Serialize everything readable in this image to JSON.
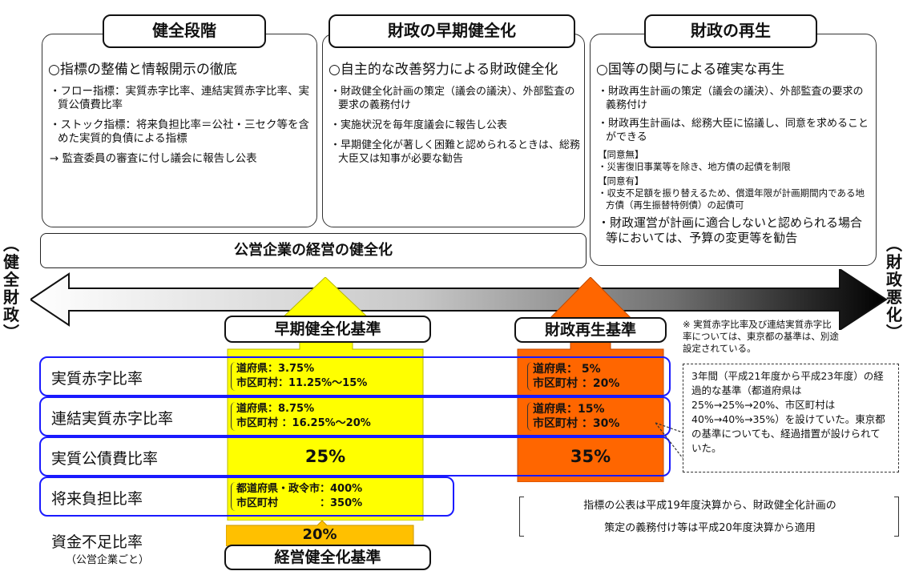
{
  "stages": [
    {
      "title": "健全段階",
      "lead": "○指標の整備と情報開示の徹底",
      "bullets": [
        "・フロー指標：実質赤字比率、連結実質赤字比率、実質公債費比率",
        "・ストック指標：将来負担比率＝公社・三セク等を含めた実質的負債による指標",
        "→ 監査委員の審査に付し議会に報告し公表"
      ]
    },
    {
      "title": "財政の早期健全化",
      "lead": "○自主的な改善努力による財政健全化",
      "bullets": [
        "・財政健全化計画の策定（議会の議決）、外部監査の要求の義務付け",
        "・実施状況を毎年度議会に報告し公表",
        "・早期健全化が著しく困難と認められるときは、総務大臣又は知事が必要な勧告"
      ]
    },
    {
      "title": "財政の再生",
      "lead": "○国等の関与による確実な再生",
      "bullets": [
        "・財政再生計画の策定（議会の議決）、外部監査の要求の義務付け",
        "・財政再生計画は、総務大臣に協議し、同意を求めることができる"
      ],
      "consent_none_label": "【同意無】",
      "consent_none_text": "・災害復旧事業等を除き、地方債の起債を制限",
      "consent_yes_label": "【同意有】",
      "consent_yes_text": "・収支不足額を振り替えるため、償還年限が計画期間内である地方債（再生振替特例債）の起債可",
      "last_bullet": "・財政運営が計画に適合しないと認められる場合等においては、予算の変更等を勧告"
    }
  ],
  "public_enterprise_bar": "公営企業の経営の健全化",
  "axis": {
    "left_label": "（健全財政）",
    "left_chars": [
      "︵",
      "健",
      "全",
      "財",
      "政",
      "︶"
    ],
    "right_label": "（財政悪化）",
    "right_chars": [
      "︵",
      "財",
      "政",
      "悪",
      "化",
      "︶"
    ]
  },
  "criteria": {
    "early": {
      "title": "早期健全化基準",
      "color": "#ffff00"
    },
    "rebuild": {
      "title": "財政再生基準",
      "color": "#ff6600"
    },
    "management": {
      "title": "経営健全化基準",
      "color": "#ffc000"
    }
  },
  "indicators": [
    {
      "label": "実質赤字比率",
      "early": [
        "道府県：3.75%",
        "市区町村：11.25%～15%"
      ],
      "rebuild": [
        "道府県：  5%",
        "市区町村 ：20%"
      ]
    },
    {
      "label": "連結実質赤字比率",
      "early": [
        "道府県：8.75%",
        "市区町村 ：16.25%～20%"
      ],
      "rebuild": [
        "道府県：15%",
        "市区町村 ：30%"
      ]
    },
    {
      "label": "実質公債費比率",
      "early_single": "25%",
      "rebuild_single": "35%"
    },
    {
      "label": "将来負担比率",
      "early": [
        "都道府県・政令市：400%",
        "市区町村　　　　：350%"
      ]
    }
  ],
  "fund_shortage": {
    "label": "資金不足比率",
    "sublabel": "（公営企業ごと）",
    "value": "20%"
  },
  "notes": {
    "tokyo_note": "※ 実質赤字比率及び連結実質赤字比率については、東京都の基準は、別途設定されている。",
    "transition_note": "3年間（平成21年度から平成23年度）の経過的な基準（都道府県は25%→25%→20%、市区町村は40%→40%→35%）を設けていた。東京都の基準についても、経過措置が設けられていた。",
    "application_line1": "指標の公表は平成19年度決算から、財政健全化計画の",
    "application_line2": "策定の義務付け等は平成20年度決算から適用"
  }
}
